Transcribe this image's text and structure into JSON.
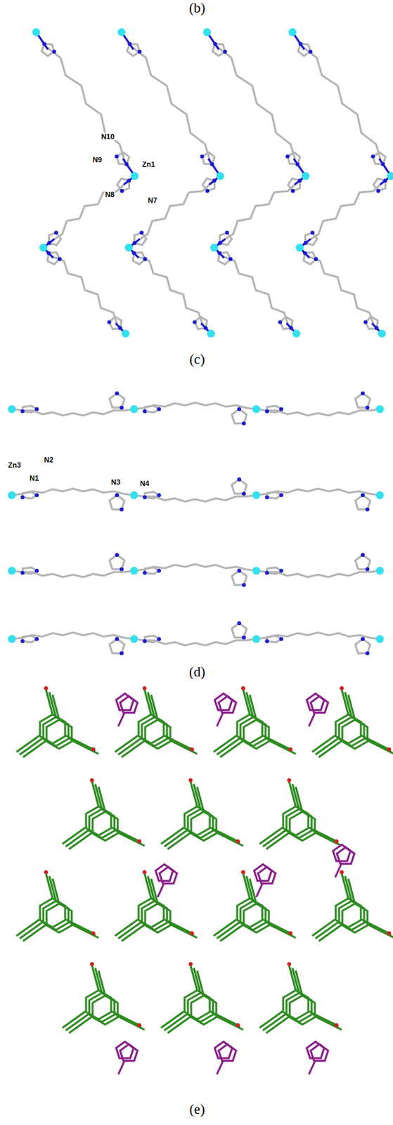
{
  "diagram": {
    "labels": [
      "(b)",
      "N10",
      "N9",
      "Zn1",
      "N8",
      "N7",
      "(c)",
      "Zn3",
      "N2",
      "N1",
      "N3",
      "N4",
      "(d)",
      "(e)"
    ]
  }
}
